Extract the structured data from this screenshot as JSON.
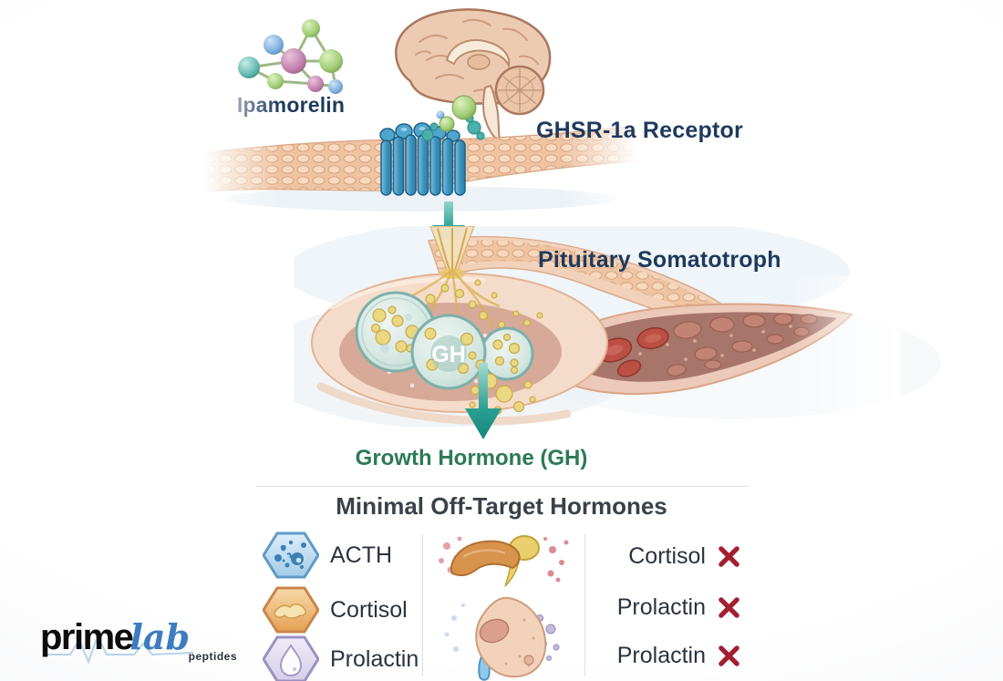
{
  "colors": {
    "label_navy": "#1e3a5c",
    "gh_green": "#2c7a56",
    "heading_charcoal": "#3a4148",
    "cross_red": "#a31f2f",
    "arrow_teal": "#2aa091",
    "logo_blue": "#3c7cc0",
    "receptor_blue": "#3a92bc",
    "membrane_peach": "#f1c8a6"
  },
  "diagram": {
    "ligand_label": "Ipamorelin",
    "ligand_icon": "ipamorelin-molecule-icon",
    "brain_icon": "brain-icon",
    "receptor_label": "GHSR-1a Receptor",
    "receptor_icon": "cell-membrane-receptor-icon",
    "arrow_icon": "down-arrow-icon",
    "pituitary_label": "Pituitary Somatotroph",
    "pituitary_icon": "pituitary-somatotroph-illustration",
    "vesicle_label": "GH",
    "output_label": "Growth Hormone (GH)"
  },
  "off_target": {
    "title": "Minimal Off-Target Hormones",
    "hormone_icons": [
      {
        "name": "ACTH",
        "icon": "acth-hexagon-icon"
      },
      {
        "name": "Cortisol",
        "icon": "cortisol-hexagon-icon"
      },
      {
        "name": "Prolactin",
        "icon": "prolactin-hexagon-icon"
      }
    ],
    "organ_icons": [
      {
        "icon": "adrenal-gland-icon"
      },
      {
        "icon": "pituitary-gland-icon"
      }
    ],
    "suppressed": [
      {
        "name": "Cortisol",
        "icon": "red-cross-icon"
      },
      {
        "name": "Prolactin",
        "icon": "red-cross-icon"
      },
      {
        "name": "Prolactin",
        "icon": "red-cross-icon"
      }
    ]
  },
  "logo": {
    "prime": "prime",
    "lab": "lab",
    "tagline": "peptides"
  }
}
